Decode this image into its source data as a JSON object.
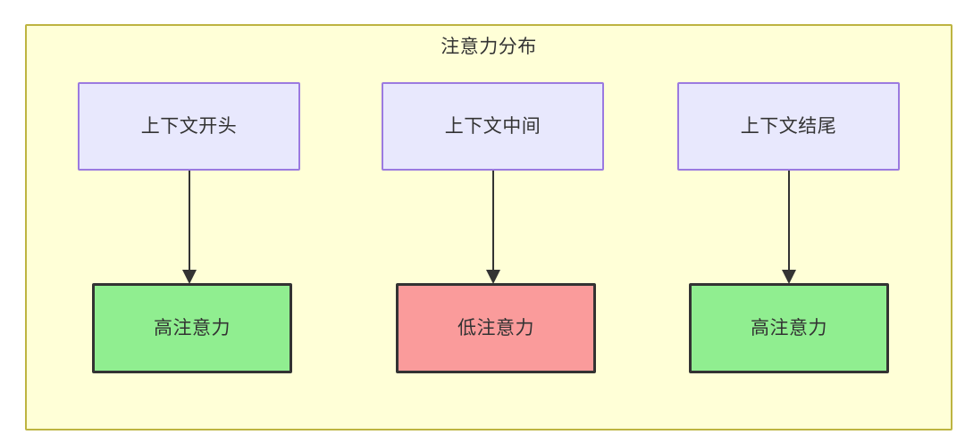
{
  "diagram": {
    "title": "注意力分布",
    "type": "flowchart",
    "container_label": "注意力分布",
    "colors": {
      "container_bg": "#ffffd7",
      "container_border": "#bdb441",
      "source_bg": "#e8e8fd",
      "source_border": "#9b7ae0",
      "high_bg": "#90ee90",
      "low_bg": "#fa9b9b",
      "node_border": "#333333",
      "text": "#333333",
      "edge": "#333333"
    },
    "columns": [
      {
        "source": {
          "label": "上下文开头",
          "name": "context-start"
        },
        "result": {
          "label": "高注意力",
          "name": "high-attention-start",
          "level": "high"
        }
      },
      {
        "source": {
          "label": "上下文中间",
          "name": "context-middle"
        },
        "result": {
          "label": "低注意力",
          "name": "low-attention-middle",
          "level": "low"
        }
      },
      {
        "source": {
          "label": "上下文结尾",
          "name": "context-end"
        },
        "result": {
          "label": "高注意力",
          "name": "high-attention-end",
          "level": "high"
        }
      }
    ],
    "edges": [
      {
        "from": "上下文开头",
        "to": "高注意力"
      },
      {
        "from": "上下文中间",
        "to": "低注意力"
      },
      {
        "from": "上下文结尾",
        "to": "高注意力"
      }
    ]
  }
}
